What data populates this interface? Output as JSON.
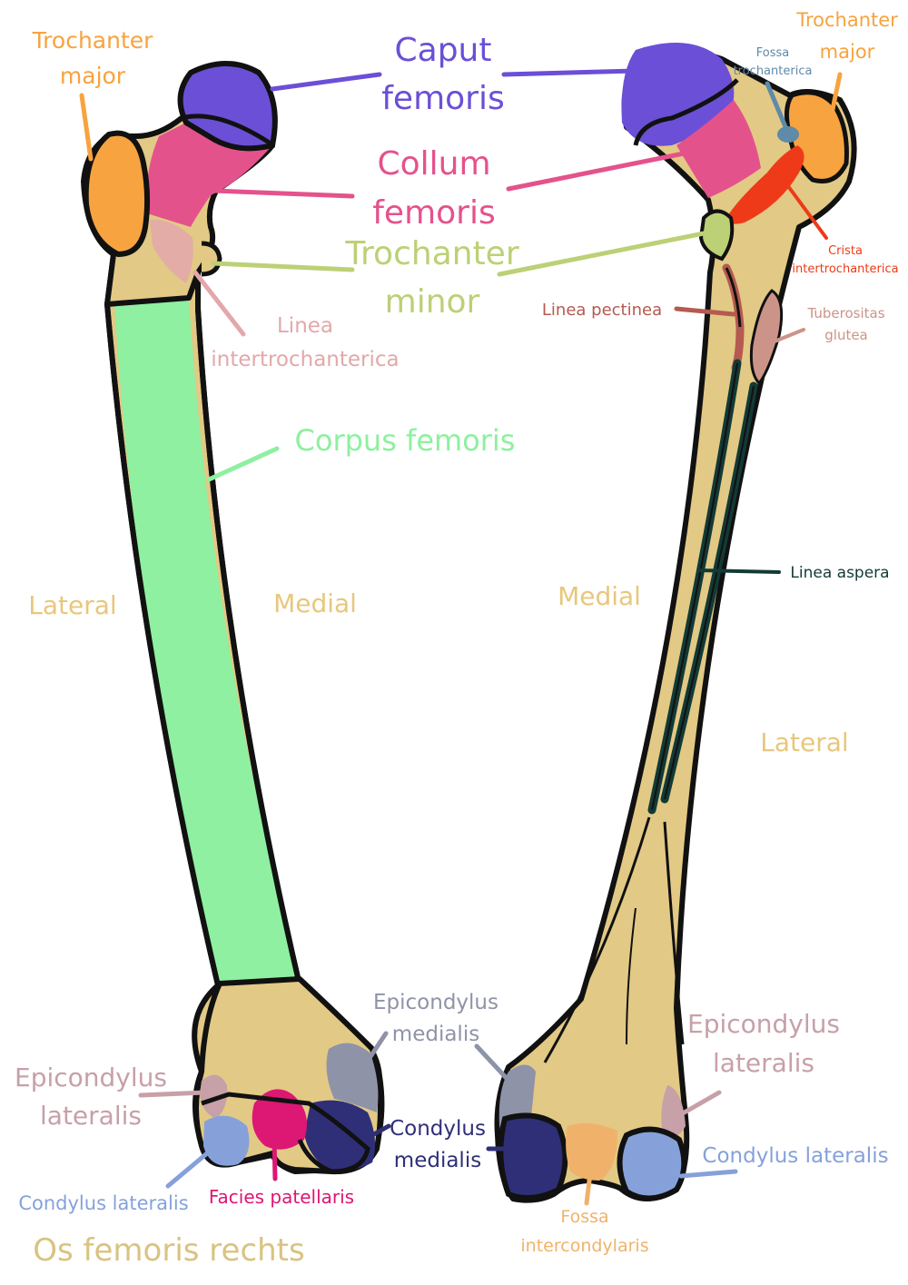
{
  "colors": {
    "bone": "#e2c985",
    "outline": "#111111",
    "caput": "#6b4fd6",
    "collum": "#e4528c",
    "trochanter_major": "#f7a33f",
    "trochanter_minor": "#bcd076",
    "linea_intertrochanterica": "#e3a8aa",
    "corpus": "#8ef0a0",
    "epicondylus_lateralis": "#c7a0a8",
    "epicondylus_medialis": "#8f93a8",
    "condylus_lateralis": "#86a1da",
    "condylus_medialis": "#2f2f78",
    "facies_patellaris": "#dc1774",
    "fossa_trochanterica": "#5f8aa8",
    "crista_intertrochanterica": "#ee3a18",
    "linea_pectinea": "#b45a50",
    "tuberositas_glutea": "#cc9488",
    "linea_aspera": "#123a36",
    "fossa_intercondylaris": "#f0b26a",
    "side_label": "#e8c77c",
    "title": "#d9c381"
  },
  "labels": {
    "trochanter_major_l1": "Trochanter",
    "trochanter_major_l2": "major",
    "caput_l1": "Caput",
    "caput_l2": "femoris",
    "collum_l1": "Collum",
    "collum_l2": "femoris",
    "trochanter_minor_l1": "Trochanter",
    "trochanter_minor_l2": "minor",
    "linea_intertroch_l1": "Linea",
    "linea_intertroch_l2": "intertrochanterica",
    "corpus": "Corpus femoris",
    "lateral_front": "Lateral",
    "medial_front": "Medial",
    "epicondylus_medialis_front_l1": "Epicondylus",
    "epicondylus_medialis_front_l2": "medialis",
    "epicondylus_lateralis_front_l1": "Epicondylus",
    "epicondylus_lateralis_front_l2": "lateralis",
    "condylus_medialis_l1": "Condylus",
    "condylus_medialis_l2": "medialis",
    "condylus_lateralis_front": "Condylus lateralis",
    "facies_patellaris": "Facies patellaris",
    "title": "Os femoris rechts",
    "trochanter_major_back_l1": "Trochanter",
    "trochanter_major_back_l2": "major",
    "fossa_troch_l1": "Fossa",
    "fossa_troch_l2": "trochanterica",
    "crista_l1": "Crista",
    "crista_l2": "intertrochanterica",
    "linea_pectinea": "Linea pectinea",
    "tuberositas_l1": "Tuberositas",
    "tuberositas_l2": "glutea",
    "linea_aspera": "Linea aspera",
    "medial_back": "Medial",
    "lateral_back": "Lateral",
    "epicondylus_lateralis_back_l1": "Epicondylus",
    "epicondylus_lateralis_back_l2": "lateralis",
    "condylus_lateralis_back": "Condylus lateralis",
    "fossa_intercond_l1": "Fossa",
    "fossa_intercond_l2": "intercondylaris"
  }
}
